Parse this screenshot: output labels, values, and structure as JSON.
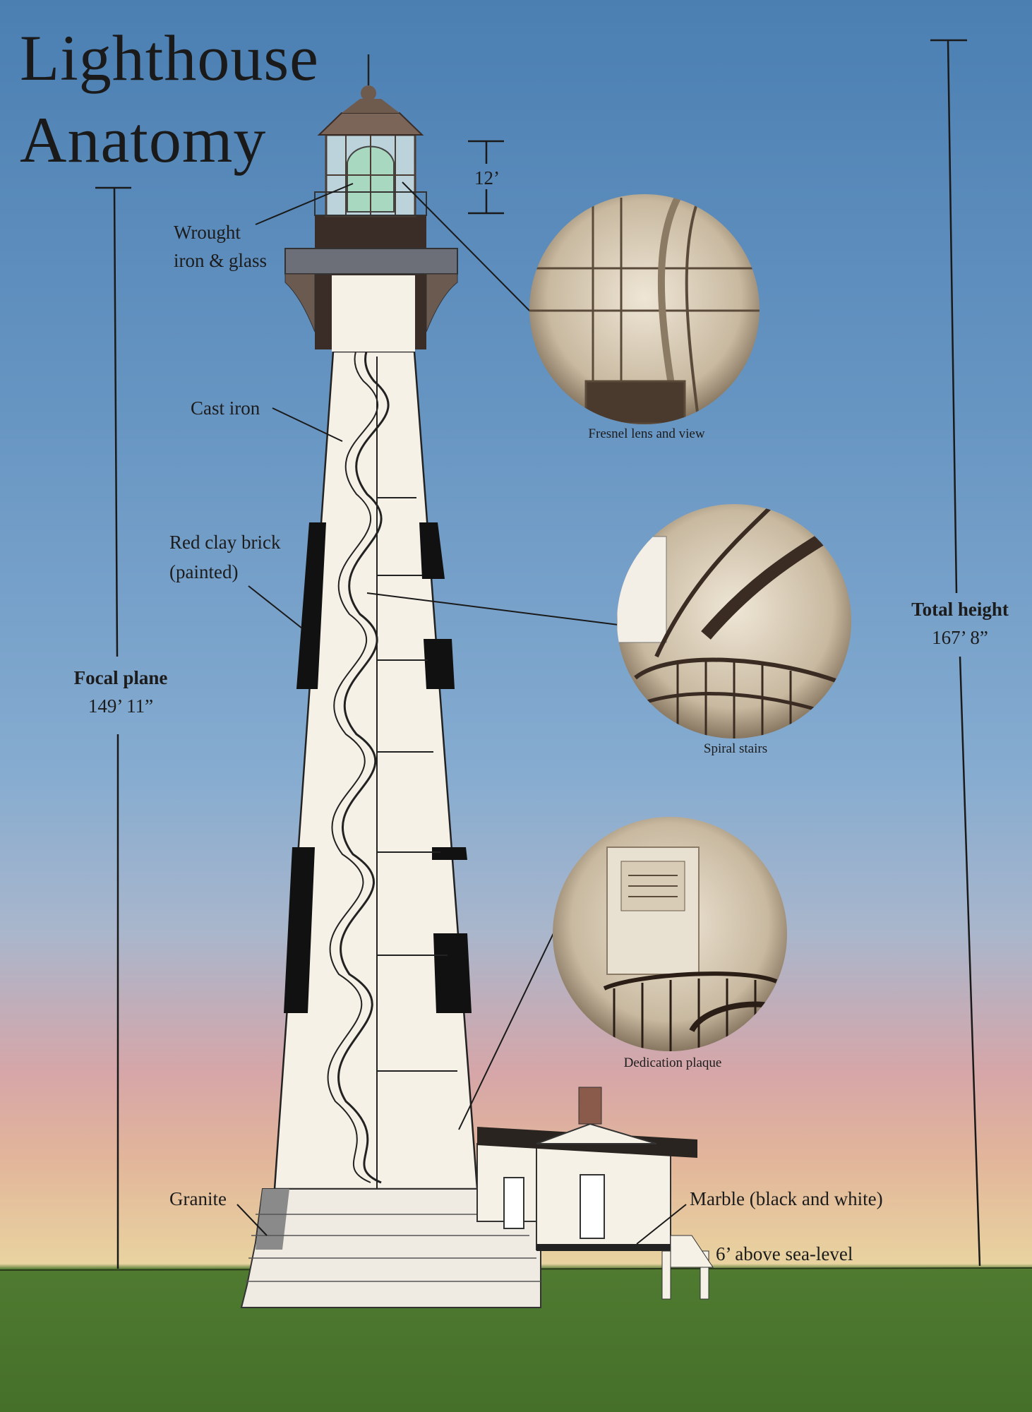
{
  "title": {
    "line1": "Lighthouse",
    "line2": "Anatomy"
  },
  "dimensions": {
    "focal_plane": {
      "label": "Focal plane",
      "value": "149’ 11”"
    },
    "total_height": {
      "label": "Total height",
      "value": "167’ 8”"
    },
    "lantern_height": "12’"
  },
  "callouts": {
    "wrought_iron": {
      "line1": "Wrought",
      "line2": "iron & glass"
    },
    "cast_iron": "Cast iron",
    "brick": {
      "line1": "Red clay brick",
      "line2": "(painted)"
    },
    "granite": "Granite",
    "marble": "Marble (black and white)",
    "sea_level": "6’ above sea-level"
  },
  "photos": [
    {
      "caption": "Fresnel lens and view"
    },
    {
      "caption": "Spiral stairs"
    },
    {
      "caption": "Dedication plaque"
    }
  ],
  "colors": {
    "sky": "#4b7fb2",
    "ground": "#4f7a30",
    "tower": "#f6f1e6",
    "bands": "#111111",
    "lantern": "#5a4a42"
  }
}
